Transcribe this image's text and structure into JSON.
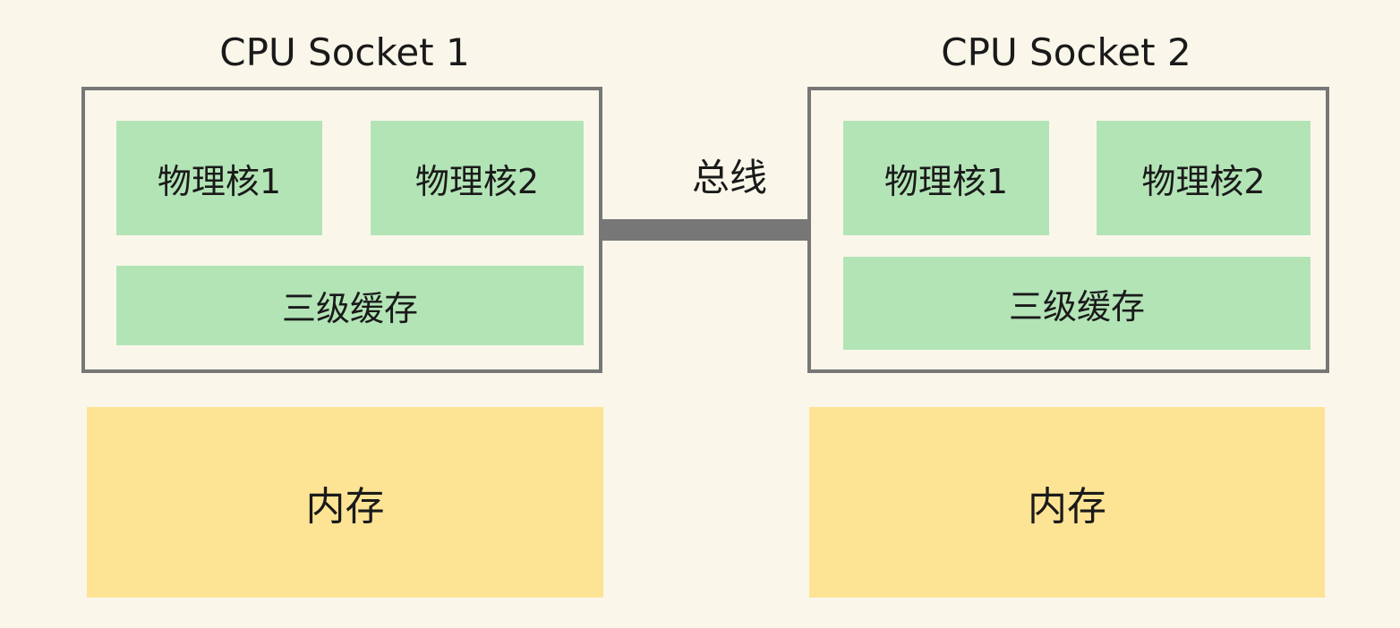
{
  "diagram": {
    "bus_label": "总线",
    "sockets": [
      {
        "title": "CPU Socket 1",
        "core_1": "物理核1",
        "core_2": "物理核2",
        "l3_cache": "三级缓存",
        "memory": "内存"
      },
      {
        "title": "CPU Socket 2",
        "core_1": "物理核1",
        "core_2": "物理核2",
        "l3_cache": "三级缓存",
        "memory": "内存"
      }
    ],
    "colors": {
      "background": "#faf7ea",
      "border": "#777777",
      "core_fill": "#b3e4b6",
      "memory_fill": "#fde394"
    }
  }
}
